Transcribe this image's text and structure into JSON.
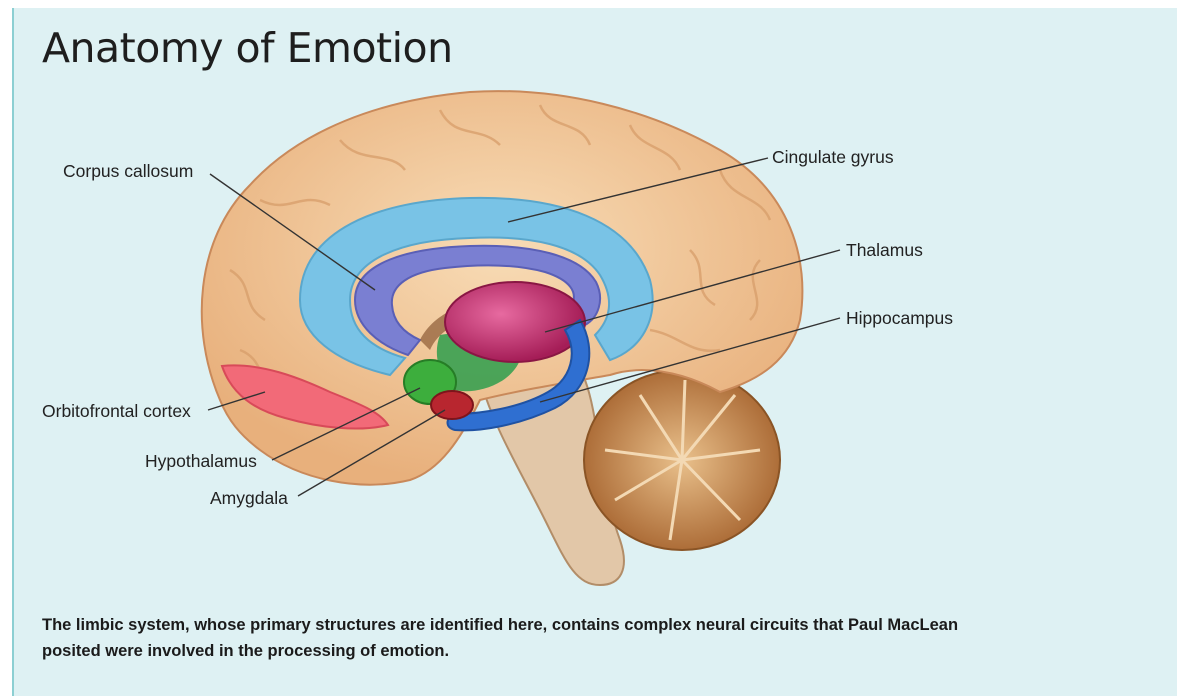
{
  "title": "Anatomy of Emotion",
  "caption": "The limbic system, whose primary structures are identified here, contains complex neural circuits that Paul MacLean posited were involved in the processing of emotion.",
  "labels": {
    "corpus_callosum": "Corpus callosum",
    "cingulate_gyrus": "Cingulate gyrus",
    "thalamus": "Thalamus",
    "hippocampus": "Hippocampus",
    "orbitofrontal_cortex": "Orbitofrontal cortex",
    "hypothalamus": "Hypothalamus",
    "amygdala": "Amygdala"
  },
  "colors": {
    "background": "#def1f3",
    "cortex": "#f3c99a",
    "cingulate_gyrus": "#79c3e6",
    "corpus_callosum": "#7a7fd2",
    "thalamus": "#c42a6d",
    "hippocampus": "#2f6fd1",
    "hypothalamus": "#3dae3d",
    "amygdala": "#b8262f",
    "orbitofrontal_cortex": "#f26a78",
    "cerebellum": "#c98a4e",
    "brainstem": "#e2c7a8"
  }
}
